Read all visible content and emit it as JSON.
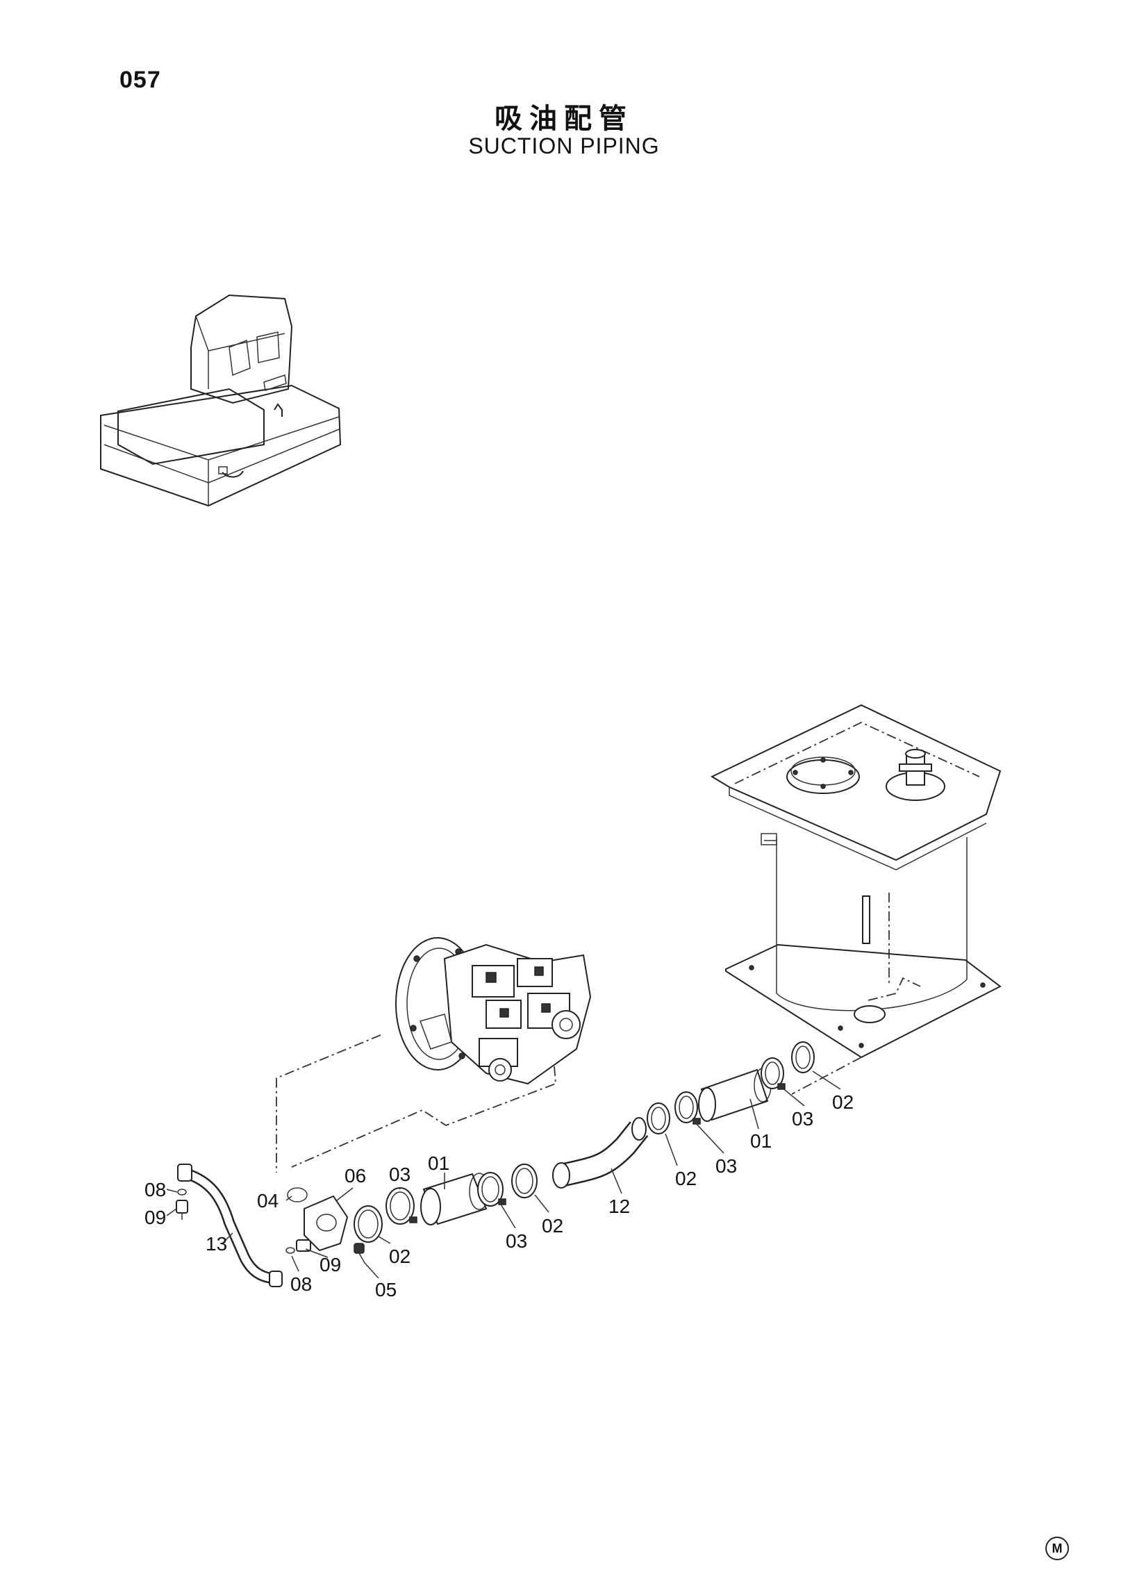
{
  "page": {
    "number": "057",
    "title_jp": "吸油配管",
    "title_en": "SUCTION PIPING",
    "mark": "M"
  },
  "callouts": [
    {
      "id": "c-08a",
      "text": "08"
    },
    {
      "id": "c-09a",
      "text": "09"
    },
    {
      "id": "c-13",
      "text": "13"
    },
    {
      "id": "c-04",
      "text": "04"
    },
    {
      "id": "c-06",
      "text": "06"
    },
    {
      "id": "c-08b",
      "text": "08"
    },
    {
      "id": "c-09b",
      "text": "09"
    },
    {
      "id": "c-05",
      "text": "05"
    },
    {
      "id": "c-03a",
      "text": "03"
    },
    {
      "id": "c-02a",
      "text": "02"
    },
    {
      "id": "c-01a",
      "text": "01"
    },
    {
      "id": "c-03b",
      "text": "03"
    },
    {
      "id": "c-02b",
      "text": "02"
    },
    {
      "id": "c-12",
      "text": "12"
    },
    {
      "id": "c-02c",
      "text": "02"
    },
    {
      "id": "c-03c",
      "text": "03"
    },
    {
      "id": "c-01b",
      "text": "01"
    },
    {
      "id": "c-03d",
      "text": "03"
    },
    {
      "id": "c-02d",
      "text": "02"
    }
  ]
}
